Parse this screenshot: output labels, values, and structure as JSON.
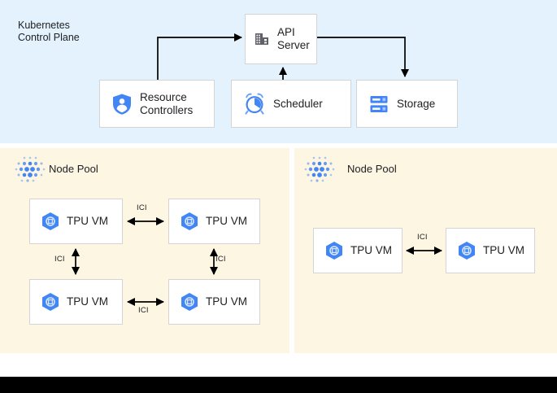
{
  "control_plane": {
    "title": "Kubernetes\nControl Plane",
    "background_color": "#e3f2fd",
    "boxes": [
      {
        "id": "api-server",
        "label": "API\nServer",
        "icon": "building-icon"
      },
      {
        "id": "resource-controllers",
        "label": "Resource\nControllers",
        "icon": "shield-person-icon"
      },
      {
        "id": "scheduler",
        "label": "Scheduler",
        "icon": "alarm-clock-icon"
      },
      {
        "id": "storage",
        "label": "Storage",
        "icon": "server-rack-icon"
      }
    ],
    "connections": [
      {
        "from": "resource-controllers",
        "to": "api-server",
        "direction": "to"
      },
      {
        "from": "scheduler",
        "to": "api-server",
        "direction": "to"
      },
      {
        "from": "api-server",
        "to": "storage",
        "direction": "to"
      }
    ]
  },
  "node_pools": [
    {
      "id": "node-pool-1",
      "title": "Node Pool",
      "icon": "dot-grid-icon",
      "background_color": "#fdf6e3",
      "vms": [
        {
          "id": "tpu-1-1",
          "label": "TPU VM",
          "icon": "tpu-hexagon-icon"
        },
        {
          "id": "tpu-1-2",
          "label": "TPU VM",
          "icon": "tpu-hexagon-icon"
        },
        {
          "id": "tpu-1-3",
          "label": "TPU VM",
          "icon": "tpu-hexagon-icon"
        },
        {
          "id": "tpu-1-4",
          "label": "TPU VM",
          "icon": "tpu-hexagon-icon"
        }
      ],
      "links": [
        {
          "id": "ici-top",
          "label": "ICI",
          "between": [
            "tpu-1-1",
            "tpu-1-2"
          ]
        },
        {
          "id": "ici-left",
          "label": "ICI",
          "between": [
            "tpu-1-1",
            "tpu-1-3"
          ]
        },
        {
          "id": "ici-right",
          "label": "ICI",
          "between": [
            "tpu-1-2",
            "tpu-1-4"
          ]
        },
        {
          "id": "ici-bottom",
          "label": "ICI",
          "between": [
            "tpu-1-3",
            "tpu-1-4"
          ]
        }
      ]
    },
    {
      "id": "node-pool-2",
      "title": "Node Pool",
      "icon": "dot-grid-icon",
      "background_color": "#fdf6e3",
      "vms": [
        {
          "id": "tpu-2-1",
          "label": "TPU VM",
          "icon": "tpu-hexagon-icon"
        },
        {
          "id": "tpu-2-2",
          "label": "TPU VM",
          "icon": "tpu-hexagon-icon"
        }
      ],
      "links": [
        {
          "id": "ici-pool2",
          "label": "ICI",
          "between": [
            "tpu-2-1",
            "tpu-2-2"
          ]
        }
      ]
    }
  ],
  "colors": {
    "control_plane_bg": "#e3f2fd",
    "node_pool_bg": "#fdf6e3",
    "accent_blue": "#4285f4",
    "icon_gray": "#5f6368",
    "box_border": "#d4d4d4",
    "connector": "#000000",
    "bottom_bar": "#000000"
  }
}
